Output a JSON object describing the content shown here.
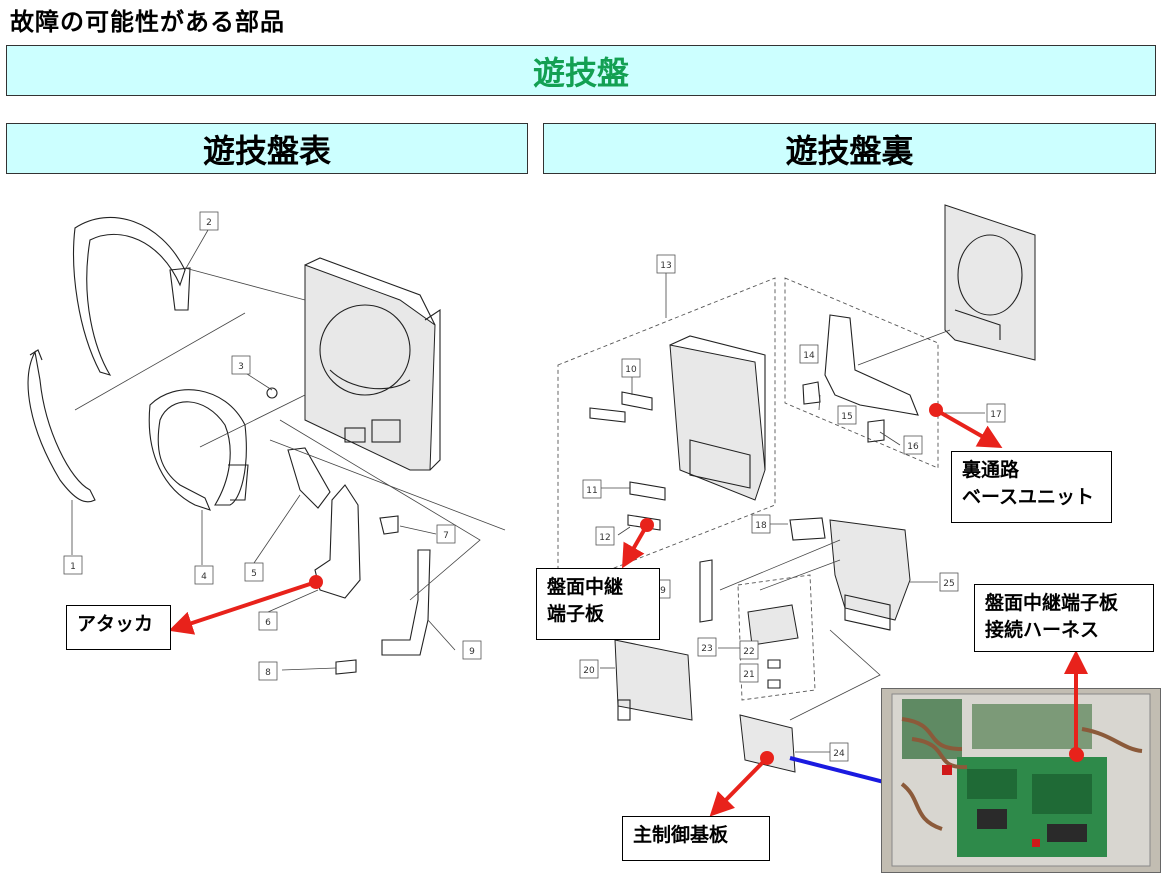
{
  "page_title": "故障の可能性がある部品",
  "main_banner": "遊技盤",
  "left_banner": "遊技盤表",
  "right_banner": "遊技盤裏",
  "callouts": {
    "attacker": "アタッカ",
    "back_passage_line1": "裏通路",
    "back_passage_line2": "ベースユニット",
    "relay_board_line1": "盤面中継",
    "relay_board_line2": "端子板",
    "harness_line1": "盤面中継端子板",
    "harness_line2": "接続ハーネス",
    "main_board": "主制御基板"
  },
  "part_numbers": [
    "1",
    "2",
    "3",
    "4",
    "5",
    "6",
    "7",
    "8",
    "9",
    "10",
    "11",
    "12",
    "13",
    "14",
    "15",
    "16",
    "17",
    "18",
    "9",
    "20",
    "21",
    "22",
    "23",
    "24",
    "25"
  ],
  "colors": {
    "banner_bg": "#ccffff",
    "main_banner_text": "#13a053",
    "arrow_red": "#e8221b",
    "arrow_blue": "#1a1ae0",
    "marker_red": "#e8221b"
  }
}
